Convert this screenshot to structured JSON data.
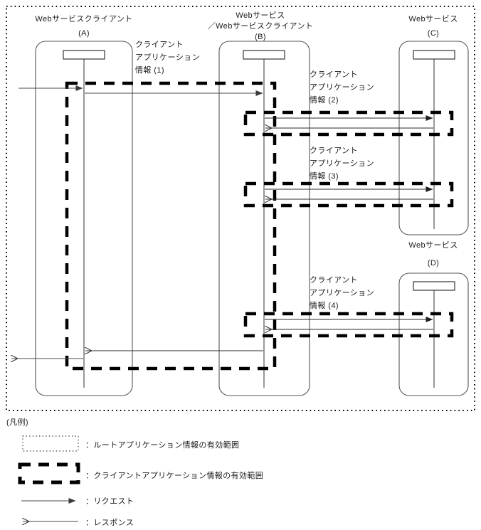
{
  "diagram": {
    "type": "sequence-diagram",
    "title_hidden": true,
    "participants": [
      {
        "id": "A",
        "name": "Webサービスクライアント",
        "tag": "(A)"
      },
      {
        "id": "B",
        "name": "Webサービス\n／Webサービスクライアント",
        "name_line1": "Webサービス",
        "name_line2": "／Webサービスクライアント",
        "tag": "(B)"
      },
      {
        "id": "C",
        "name": "Webサービス",
        "tag": "(C)"
      },
      {
        "id": "D",
        "name": "Webサービス",
        "tag": "(D)"
      }
    ],
    "scope_labels": [
      {
        "id": "1",
        "line1": "クライアント",
        "line2": "アプリケーション",
        "line3": "情報 (1)"
      },
      {
        "id": "2",
        "line1": "クライアント",
        "line2": "アプリケーション",
        "line3": "情報 (2)"
      },
      {
        "id": "3",
        "line1": "クライアント",
        "line2": "アプリケーション",
        "line3": "情報 (3)"
      },
      {
        "id": "4",
        "line1": "クライアント",
        "line2": "アプリケーション",
        "line3": "情報 (4)"
      }
    ]
  },
  "legend": {
    "heading": "(凡例)",
    "items": [
      {
        "symbol": "dotted-rectangle",
        "separator": "：",
        "label": "ルートアプリケーション情報の有効範囲"
      },
      {
        "symbol": "dashed-rectangle",
        "separator": "：",
        "label": "クライアントアプリケーション情報の有効範囲"
      },
      {
        "symbol": "right-arrow",
        "separator": "：",
        "label": "リクエスト"
      },
      {
        "symbol": "left-arrow",
        "separator": "：",
        "label": "レスポンス"
      }
    ]
  },
  "colors": {
    "ink": "#000000",
    "line": "#4a4a4a",
    "box_stroke": "#555555",
    "background": "#ffffff"
  }
}
